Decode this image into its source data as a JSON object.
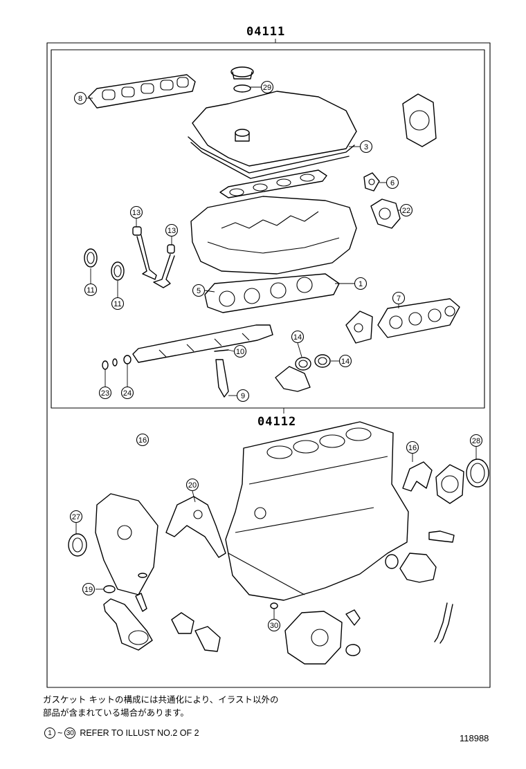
{
  "kits": {
    "upper_kit_number": "04111",
    "lower_kit_number": "04112"
  },
  "note": {
    "line1": "ガスケット キットの構成には共通化により、イラスト以外の",
    "line2": "部品が含まれている場合があります。"
  },
  "footer": {
    "range_start": "1",
    "range_sep": "~",
    "range_end": "30",
    "reference_text": "REFER TO ILLUST NO.2 OF 2",
    "illustration_id": "118988"
  },
  "callouts_upper": [
    {
      "id": "8"
    },
    {
      "id": "29"
    },
    {
      "id": "3"
    },
    {
      "id": "6"
    },
    {
      "id": "22"
    },
    {
      "id": "13a",
      "label": "13"
    },
    {
      "id": "13b",
      "label": "13"
    },
    {
      "id": "11a",
      "label": "11"
    },
    {
      "id": "11b",
      "label": "11"
    },
    {
      "id": "5"
    },
    {
      "id": "1"
    },
    {
      "id": "7"
    },
    {
      "id": "14a",
      "label": "14"
    },
    {
      "id": "14b",
      "label": "14"
    },
    {
      "id": "10"
    },
    {
      "id": "9"
    },
    {
      "id": "23"
    },
    {
      "id": "24"
    }
  ],
  "callouts_lower": [
    {
      "id": "16a",
      "label": "16"
    },
    {
      "id": "16b",
      "label": "16"
    },
    {
      "id": "28"
    },
    {
      "id": "20"
    },
    {
      "id": "27"
    },
    {
      "id": "19"
    },
    {
      "id": "30"
    }
  ]
}
